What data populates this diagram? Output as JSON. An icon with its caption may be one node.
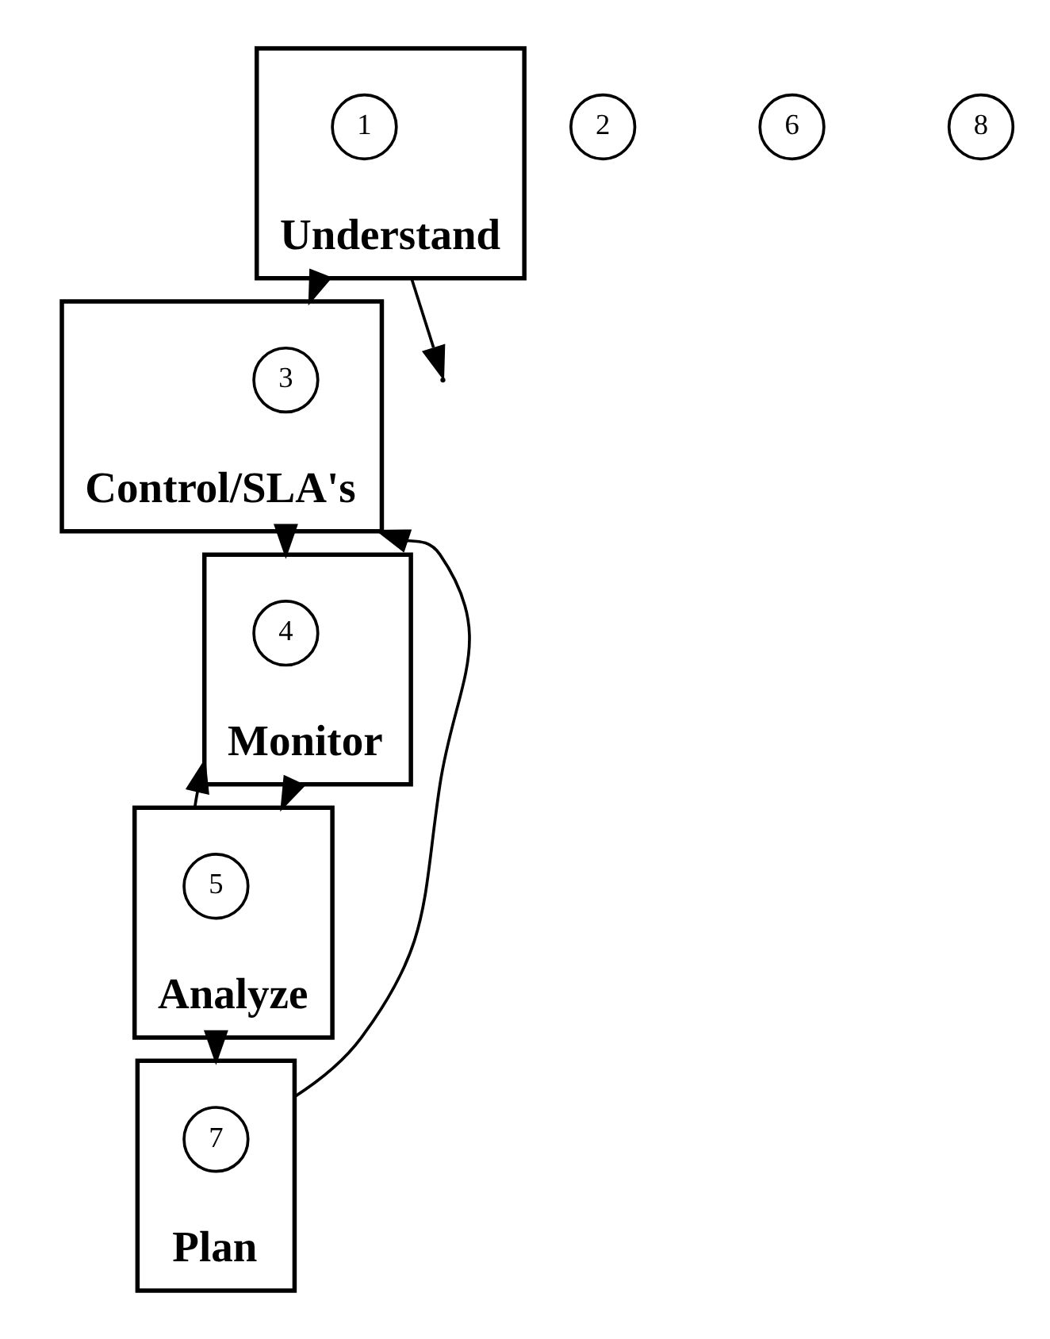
{
  "diagram": {
    "nodes": [
      {
        "text": [
          "Understand"
        ]
      },
      {
        "text": [
          "1"
        ],
        "in": 0
      },
      {
        "text": [
          "2"
        ]
      },
      {
        "text": [
          "Control/SLA's"
        ]
      },
      {
        "text": [
          "3"
        ],
        "in": 3
      },
      {
        "text": [
          "Monitor"
        ]
      },
      {
        "text": [
          "4"
        ],
        "in": 5
      },
      {
        "text": [
          "Analyze"
        ]
      },
      {
        "text": [
          "5"
        ],
        "in": 7
      },
      {
        "text": [
          "6"
        ]
      },
      {
        "text": [
          "Plan"
        ]
      },
      {
        "text": [
          "7"
        ],
        "in": 10
      },
      {
        "text": [
          "8"
        ]
      }
    ],
    "edges": [
      {
        "from": 0,
        "to": null,
        "arrow": "to"
      },
      {
        "from": 0,
        "to": 3,
        "arrow": "to"
      },
      {
        "from": 3,
        "to": 5,
        "arrow": "to"
      },
      {
        "from": 5,
        "to": 7,
        "arrow": "to"
      },
      {
        "from": 7,
        "to": 5,
        "arrow": "to"
      },
      {
        "from": 7,
        "to": 10,
        "arrow": "to"
      },
      {
        "from": 10,
        "to": 3,
        "arrow": "to"
      }
    ]
  }
}
